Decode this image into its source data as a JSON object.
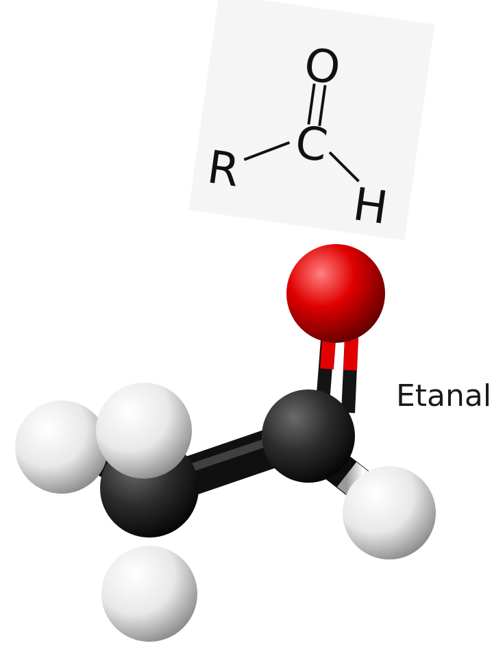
{
  "structural_formula": {
    "atoms": {
      "oxygen": "O",
      "carbon": "C",
      "substituent": "R",
      "hydrogen": "H"
    }
  },
  "molecule_model": {
    "name": "Etanal"
  },
  "colors": {
    "oxygen": "#e00000",
    "carbon": "#262626",
    "hydrogen": "#f2f2f2",
    "card_background": "#f5f5f5"
  }
}
